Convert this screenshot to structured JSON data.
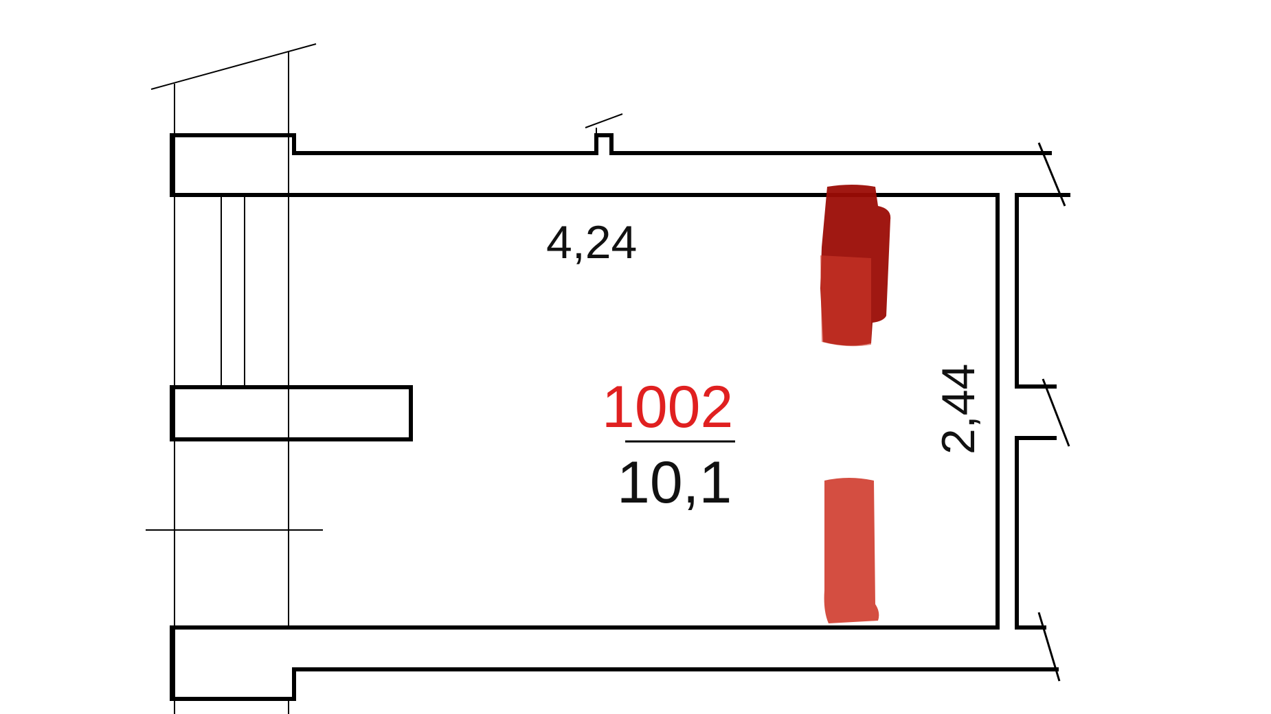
{
  "room": {
    "number": "1002",
    "area": "10,1",
    "length": "4,24",
    "width": "2,44"
  },
  "colors": {
    "room_number": "#e02020",
    "radiator_dark": "#9b0c05",
    "radiator_light": "#cf3b2c"
  }
}
